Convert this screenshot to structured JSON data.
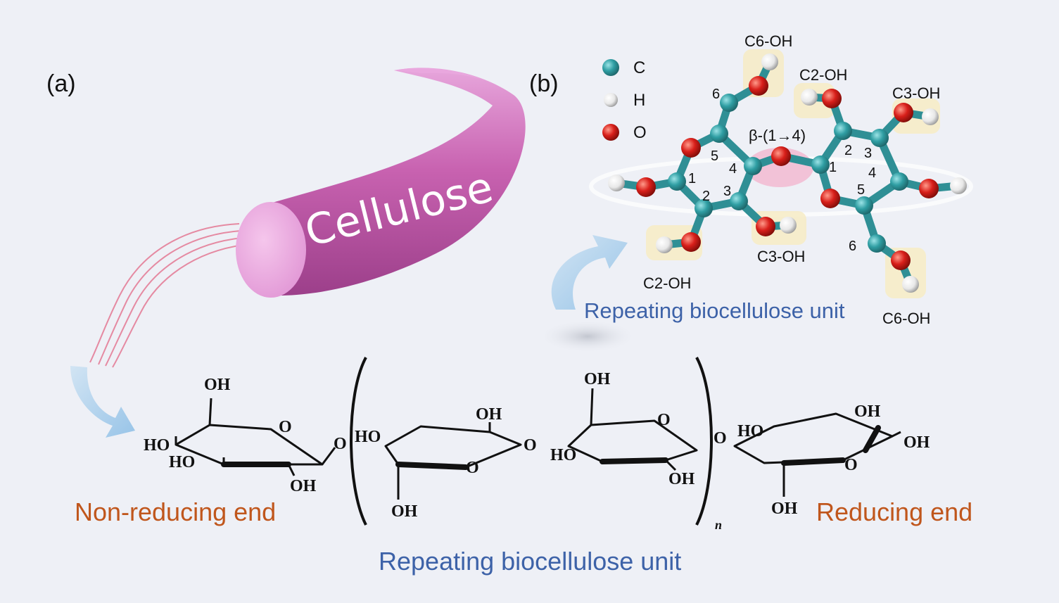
{
  "panel_a": {
    "label": "(a)",
    "tube_label": "Cellulose"
  },
  "panel_b": {
    "label": "(b)",
    "legend": [
      {
        "symbol": "C",
        "color": "#2f9ea3"
      },
      {
        "symbol": "H",
        "color": "#f2f2f2"
      },
      {
        "symbol": "O",
        "color": "#d81f1a"
      }
    ],
    "linkage": "β-(1→4)",
    "ring_numbers_left": [
      "1",
      "2",
      "3",
      "4",
      "5",
      "6"
    ],
    "ring_numbers_right": [
      "1",
      "2",
      "3",
      "4",
      "5",
      "6"
    ],
    "hydroxyl_labels": {
      "c6_top": "C6-OH",
      "c2_top": "C2-OH",
      "c3_right": "C3-OH",
      "c3_bottom": "C3-OH",
      "c2_bottom": "C2-OH",
      "c6_bottom": "C6-OH"
    },
    "caption": "Repeating biocellulose unit"
  },
  "structure": {
    "oh": "OH",
    "ho": "HO",
    "o": "O",
    "subscript": "n",
    "non_reducing_end": "Non-reducing end",
    "reducing_end": "Reducing end",
    "caption": "Repeating biocellulose unit"
  },
  "colors": {
    "carbon": "#2f9ea3",
    "hydrogen": "#f2f2f2",
    "oxygen": "#d81f1a",
    "tube": "#c862b0",
    "caption_blue": "#3d62a8",
    "caption_orange": "#c0561c"
  }
}
